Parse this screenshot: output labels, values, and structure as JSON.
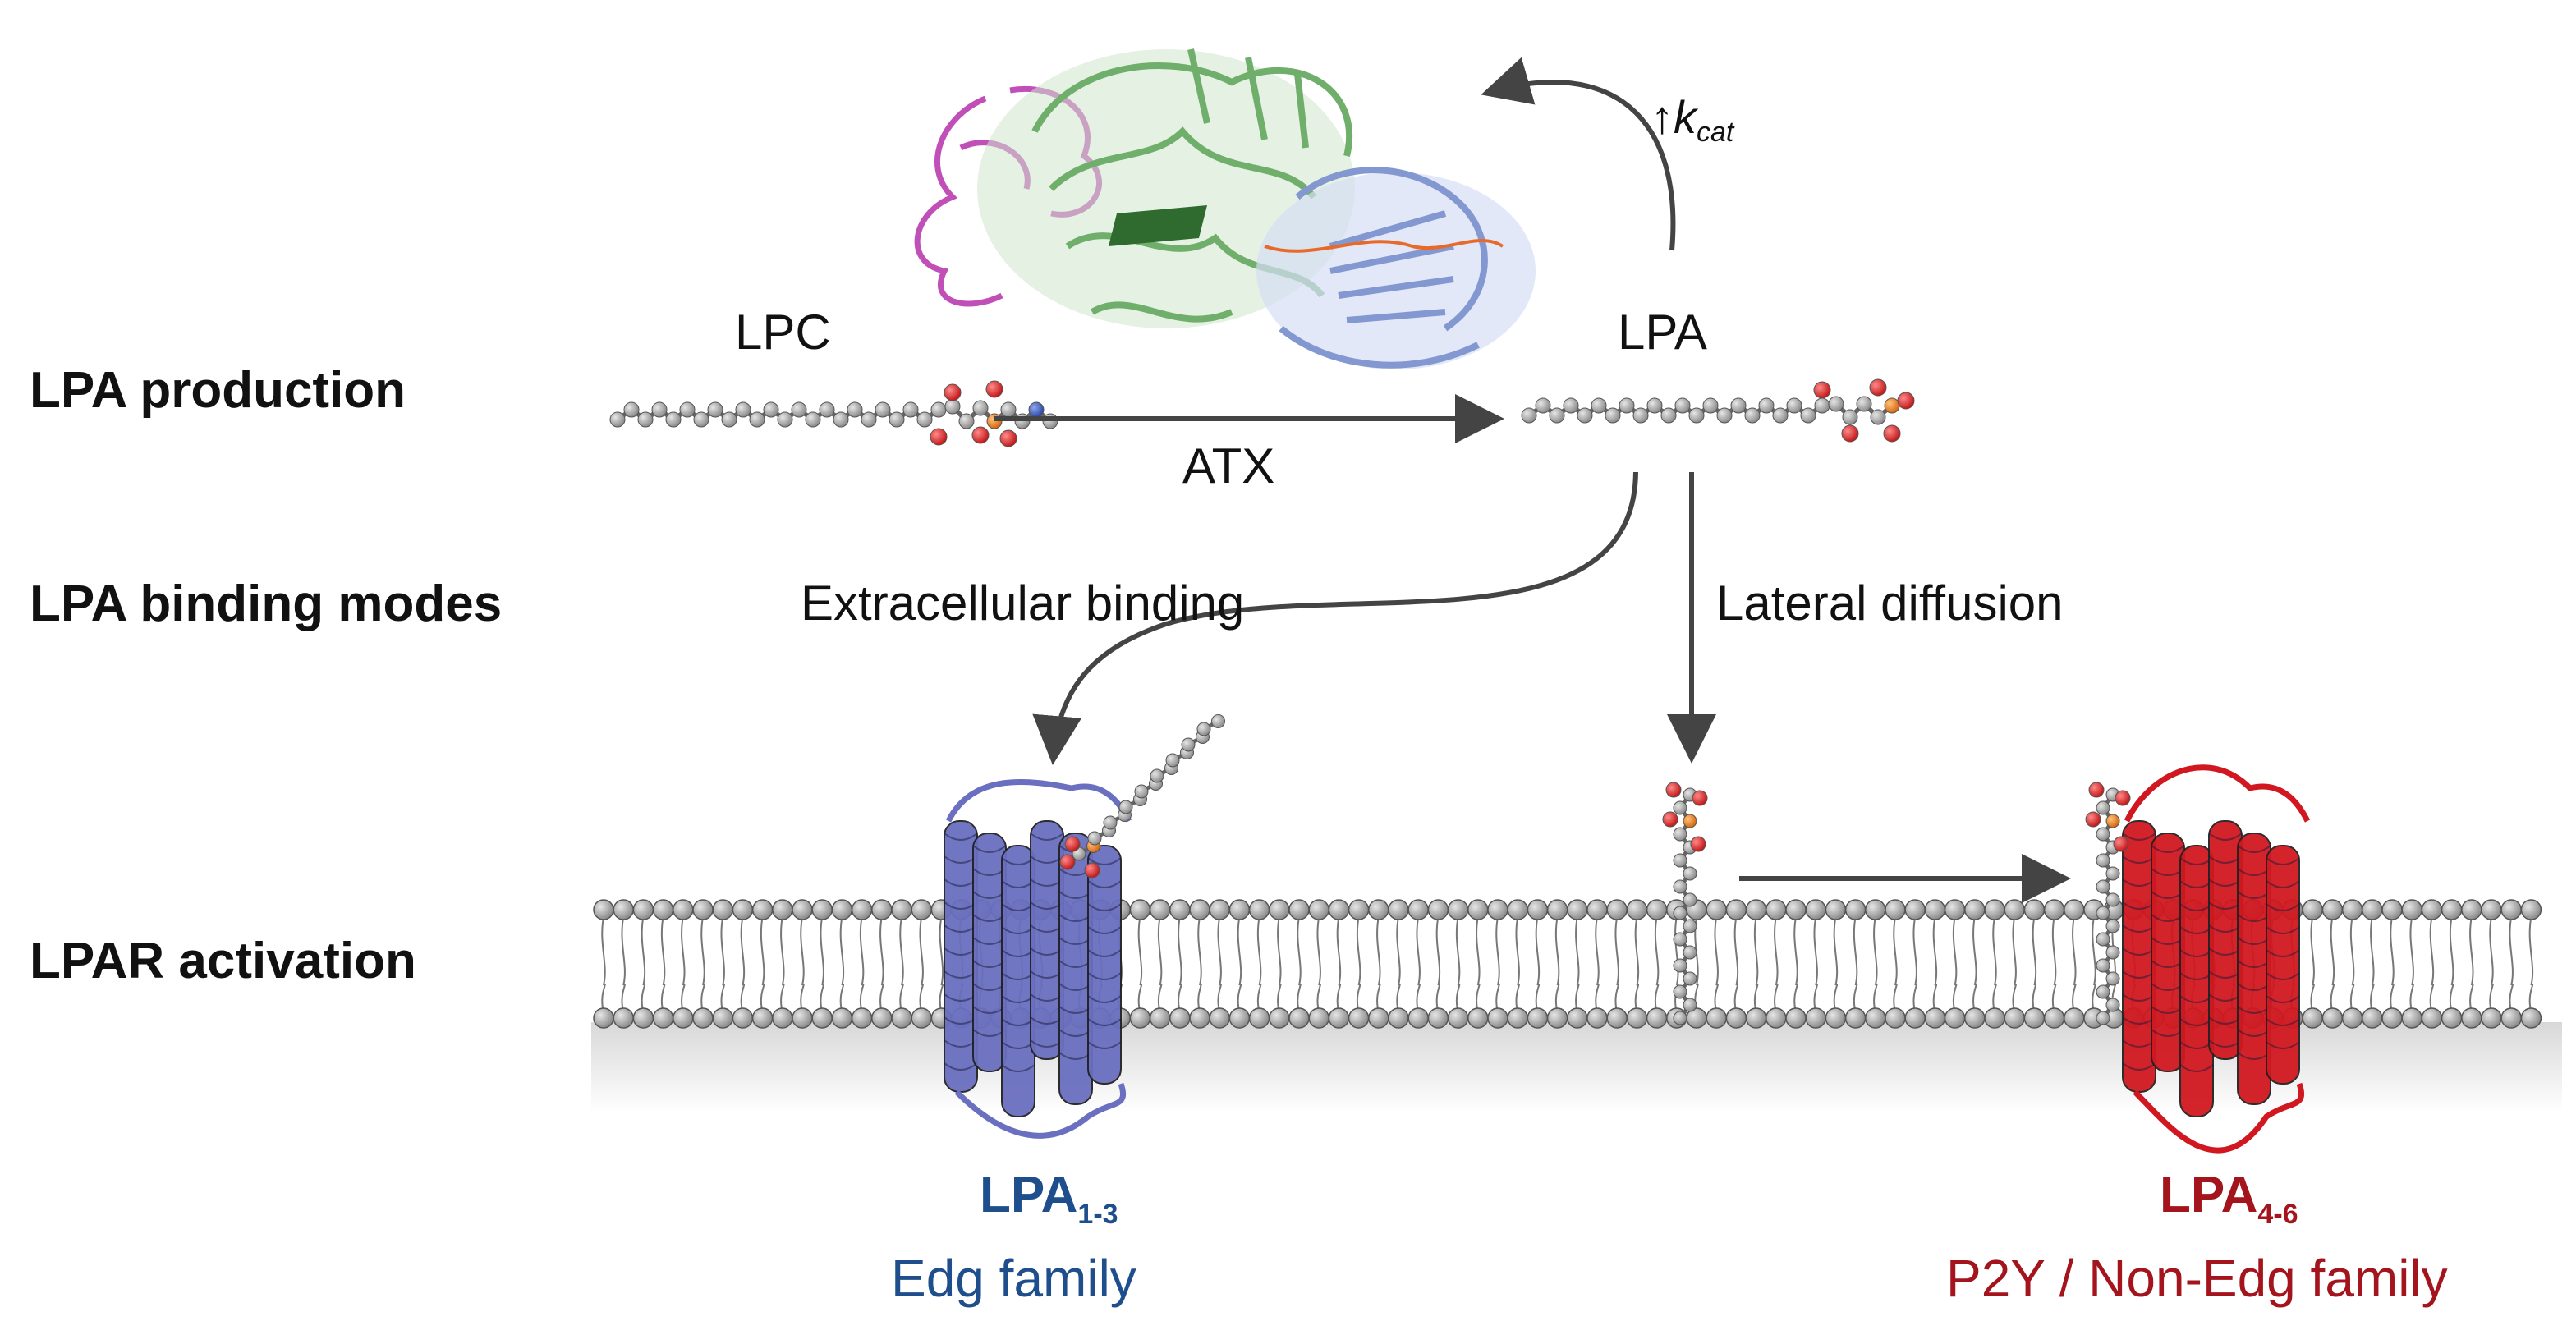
{
  "rows": {
    "production": "LPA production",
    "binding": "LPA binding modes",
    "activation": "LPAR activation"
  },
  "molecules": {
    "substrate": "LPC",
    "product": "LPA"
  },
  "enzyme": {
    "label": "ATX",
    "feedback_arrow": "↑",
    "feedback_k": "k",
    "feedback_sub": "cat"
  },
  "modes": {
    "extracellular": "Extracellular binding",
    "lateral": "Lateral diffusion"
  },
  "receptors": {
    "edg": {
      "name": "LPA",
      "subscript": "1-3",
      "family": "Edg family",
      "color": "#1f4e8c",
      "protein_color": "#6a6fc0"
    },
    "non_edg": {
      "name": "LPA",
      "subscript": "4-6",
      "family": "P2Y / Non-Edg family",
      "color": "#a3141c",
      "protein_color": "#d11820"
    }
  },
  "colors": {
    "atx_green": "#7dbb7a",
    "atx_blue": "#93a6d8",
    "atx_magenta": "#c050b8",
    "lipid_head": "#9a9a9a",
    "phosphate": "#e87a1e",
    "oxygen": "#e03030",
    "nitrogen": "#3a5ab8"
  }
}
